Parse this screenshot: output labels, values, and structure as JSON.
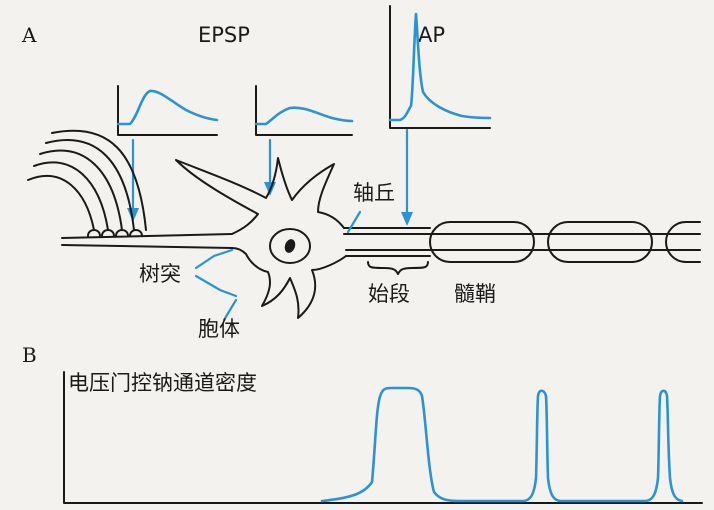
{
  "panel_a": {
    "label": "A",
    "epsp_label": "EPSP",
    "ap_label": "AP",
    "axon_hillock_label": "轴丘",
    "dendrite_label": "树突",
    "soma_label": "胞体",
    "initial_segment_label": "始段",
    "myelin_label": "髓鞘"
  },
  "panel_b": {
    "label": "B",
    "title": "电压门控钠通道密度"
  },
  "colors": {
    "trace": "#2a93d5",
    "ink": "#1a1a1a",
    "background": "#f4f2ee"
  }
}
